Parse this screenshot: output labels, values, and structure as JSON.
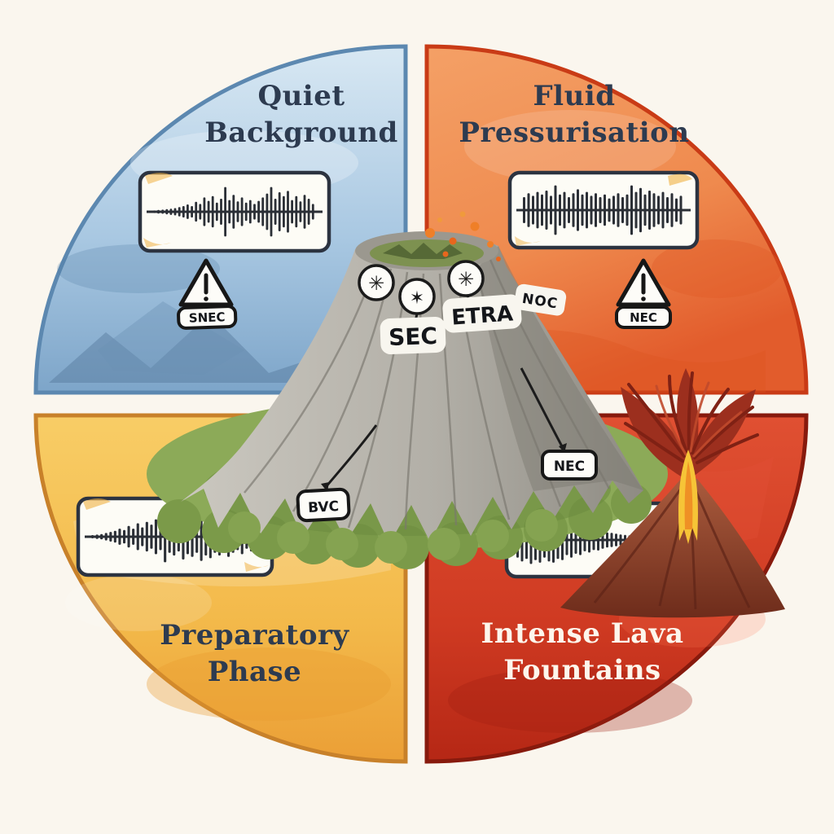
{
  "quadrants": {
    "top_left": {
      "label": "Quiet Background",
      "fill": "#a9c8e2",
      "border": "#5c88b0",
      "label_color": "#2d3b50"
    },
    "top_right": {
      "label": "Fluid Pressurisation",
      "fill": "#ef8a4e",
      "border": "#c93b16",
      "label_color": "#2d3b50"
    },
    "bottom_left": {
      "label": "Preparatory Phase",
      "fill": "#f3b94a",
      "border": "#c8812a",
      "label_color": "#2d3b50"
    },
    "bottom_right": {
      "label": "Intense Lava Fountains",
      "fill": "#cf3a22",
      "border": "#871a0d",
      "label_color": "#fdf6ec"
    }
  },
  "volcano_labels": {
    "sec": "SEC",
    "etra": "ETRA",
    "flank_nec": "NEC",
    "base_bvc": "BVC",
    "ridge_scribble": "NOC"
  },
  "warning_badges": {
    "left": "SNEC",
    "right": "NEC"
  },
  "waveforms": {
    "quiet": [
      0.05,
      0.07,
      0.08,
      0.1,
      0.12,
      0.14,
      0.18,
      0.22,
      0.28,
      0.22,
      0.38,
      0.3,
      0.55,
      0.42,
      0.6,
      0.35,
      0.5,
      0.95,
      0.45,
      0.65,
      0.4,
      0.55,
      0.35,
      0.45,
      0.3,
      0.42,
      0.55,
      0.7,
      0.95,
      0.5,
      0.75,
      0.6,
      0.8,
      0.45,
      0.6,
      0.4,
      0.65,
      0.5,
      0.3
    ],
    "fluid": [
      0.5,
      0.65,
      0.55,
      0.7,
      0.6,
      0.75,
      0.55,
      0.95,
      0.6,
      0.7,
      0.5,
      0.65,
      0.8,
      0.6,
      0.7,
      0.55,
      0.65,
      0.5,
      0.6,
      0.45,
      0.55,
      0.65,
      0.5,
      0.6,
      0.95,
      0.7,
      0.85,
      0.6,
      0.75,
      0.65,
      0.55,
      0.7,
      0.5,
      0.65,
      0.45,
      0.55
    ],
    "prep": [
      0.06,
      0.08,
      0.1,
      0.14,
      0.18,
      0.22,
      0.3,
      0.25,
      0.4,
      0.3,
      0.5,
      0.35,
      0.55,
      0.45,
      0.65,
      0.5,
      0.95,
      0.6,
      0.7,
      0.55,
      0.85,
      0.65,
      0.75,
      0.6,
      0.9,
      0.7,
      0.8,
      0.6,
      0.7,
      0.55,
      0.75,
      0.6,
      0.5,
      0.65,
      0.45,
      0.55,
      0.35
    ],
    "intense": [
      0.7,
      0.85,
      0.75,
      0.95,
      0.8,
      0.9,
      0.7,
      0.85,
      0.9,
      0.75,
      0.8,
      0.6,
      0.7,
      0.55,
      0.6,
      0.45,
      0.5,
      0.4,
      0.42,
      0.35,
      0.3,
      0.28,
      0.25,
      0.22,
      0.2,
      0.18,
      0.16,
      0.14,
      0.12,
      0.1,
      0.09,
      0.08
    ]
  },
  "waveform_ink": "#2b2f36",
  "background": "#faf6ee"
}
